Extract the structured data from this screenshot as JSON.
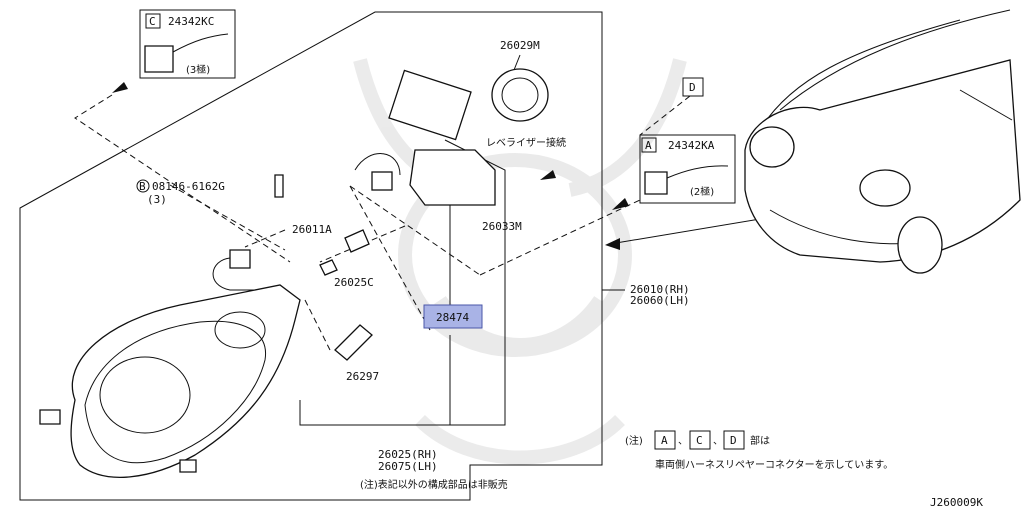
{
  "parts": {
    "conn_c_letter": "C",
    "conn_c_code": "24342KC",
    "conn_c_pins": "(3極)",
    "conn_a_letter": "A",
    "conn_a_code": "24342KA",
    "conn_a_pins": "(2極)",
    "ref_d_letter": "D",
    "bolt_code": "08146-6162G",
    "bolt_qty": "(3)",
    "bolt_mark": "B",
    "cover": "26029M",
    "leveler_note": "レベライザー接続",
    "p26011a": "26011A",
    "p26025c": "26025C",
    "p26033m": "26033M",
    "p28474": "28474",
    "p26297": "26297",
    "lamp_rh": "26010(RH)",
    "lamp_lh": "26060(LH)",
    "housing_rh": "26025(RH)",
    "housing_lh": "26075(LH)"
  },
  "notes": {
    "bottom_note": "(注)表記以外の構成部品は非販売",
    "legend_prefix": "(注)",
    "legend_a": "A",
    "legend_c": "C",
    "legend_d": "D",
    "legend_sep": "、",
    "legend_suffix": "部は",
    "legend_line2": "車両側ハーネスリペヤーコネクターを示しています。"
  },
  "diagram_id": "J260009K",
  "colors": {
    "highlight": "#a9b3e6"
  }
}
